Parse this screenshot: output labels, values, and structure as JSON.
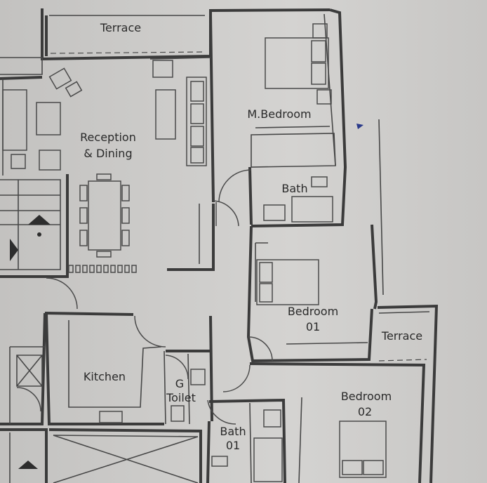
{
  "rooms": {
    "terrace_top": "Terrace",
    "reception": "Reception",
    "dining": "& Dining",
    "master_bedroom": "M.Bedroom",
    "bath_master": "Bath",
    "bedroom_01_a": "Bedroom",
    "bedroom_01_b": "01",
    "terrace_right": "Terrace",
    "kitchen": "Kitchen",
    "guest_toilet_a": "G",
    "guest_toilet_b": "Toilet",
    "bath_01_a": "Bath",
    "bath_01_b": "01",
    "bedroom_02_a": "Bedroom",
    "bedroom_02_b": "02"
  },
  "colors": {
    "paper": "#c9c8c6",
    "wall": "#3b3b3b",
    "annotation": "#2a3a8a"
  }
}
